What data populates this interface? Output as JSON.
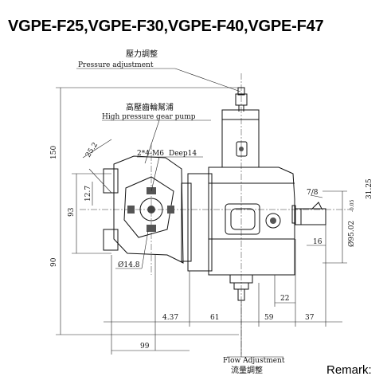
{
  "title": "VGPE-F25,VGPE-F30,VGPE-F40,VGPE-F47",
  "remark": "Remark:",
  "callouts": {
    "pressure_cn": "壓力調整",
    "pressure_en": "Pressure adjustment",
    "pump_cn": "高壓齒輪幫浦",
    "pump_en": "High pressure gear pump",
    "holes": "2*4-M6",
    "deep": "Deep14",
    "flow_en": "Flow Adjustment",
    "flow_cn": "流量調整"
  },
  "dimensions": {
    "d150": "150",
    "d93": "93",
    "d90": "90",
    "d12_7": "12.7",
    "d25_2": "25.2",
    "d14_8": "Ø14.8",
    "d7_8": "7/8",
    "d95": "Ø95.02",
    "d95_tol": "-0.05",
    "d31": "31.25",
    "d16": "16",
    "d22": "22",
    "d4_37": "4.37",
    "d61": "61",
    "d59": "59",
    "d37": "37",
    "d99": "99"
  }
}
